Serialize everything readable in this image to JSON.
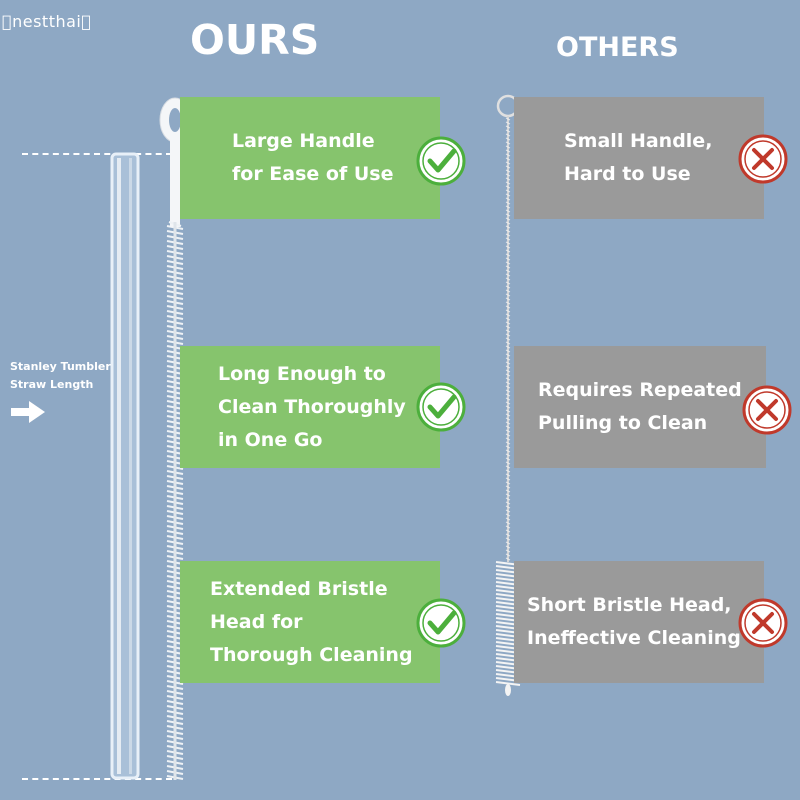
{
  "watermark": "\u0000nestthai\u0000",
  "headings": {
    "ours": "OURS",
    "others": "OTHERS"
  },
  "side_label": "Stanley Tumbler\nStraw Length",
  "ours": [
    {
      "text": "Large Handle\nfor Ease of Use"
    },
    {
      "text": "Long Enough to\nClean Thoroughly\nin One Go"
    },
    {
      "text": "Extended Bristle\nHead for\nThorough Cleaning"
    }
  ],
  "others": [
    {
      "text": "Small Handle,\nHard to Use"
    },
    {
      "text": "Requires Repeated\nPulling to Clean"
    },
    {
      "text": "Short Bristle Head,\nIneffective Cleaning"
    }
  ],
  "colors": {
    "background": "#8ea8c4",
    "ours_box": "#86c46d",
    "others_box": "#9a9a9a",
    "check": "#4caf3c",
    "cross": "#c0392b"
  },
  "icons": [
    "check-circle-icon",
    "x-circle-icon",
    "arrow-right-icon"
  ]
}
